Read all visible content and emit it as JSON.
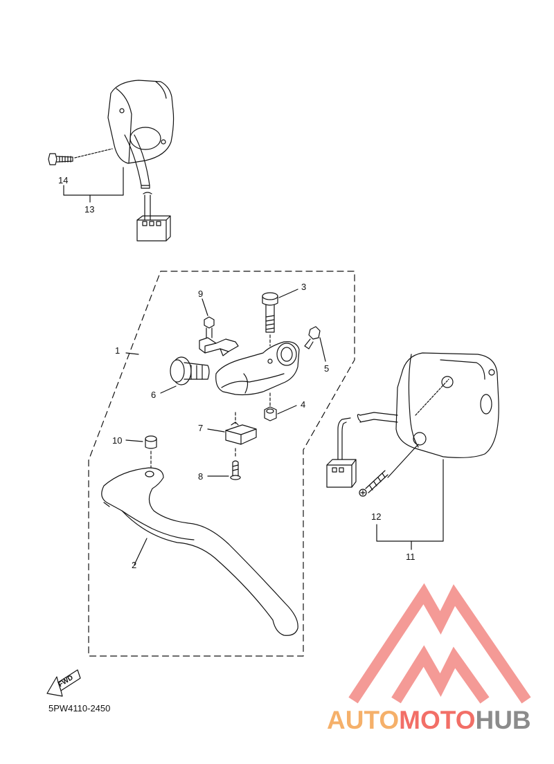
{
  "diagram": {
    "part_code": "5PW4110-2450",
    "fwd_label": "FWD",
    "callouts": [
      "1",
      "2",
      "3",
      "4",
      "5",
      "6",
      "7",
      "8",
      "9",
      "10",
      "11",
      "12",
      "13",
      "14"
    ]
  },
  "watermark": {
    "part_a": "AUTO",
    "part_b": "MOTO",
    "part_c": "HUB",
    "colors": {
      "auto": "#f5b06a",
      "moto": "#f26f67",
      "hub": "#8b8b8b"
    }
  }
}
